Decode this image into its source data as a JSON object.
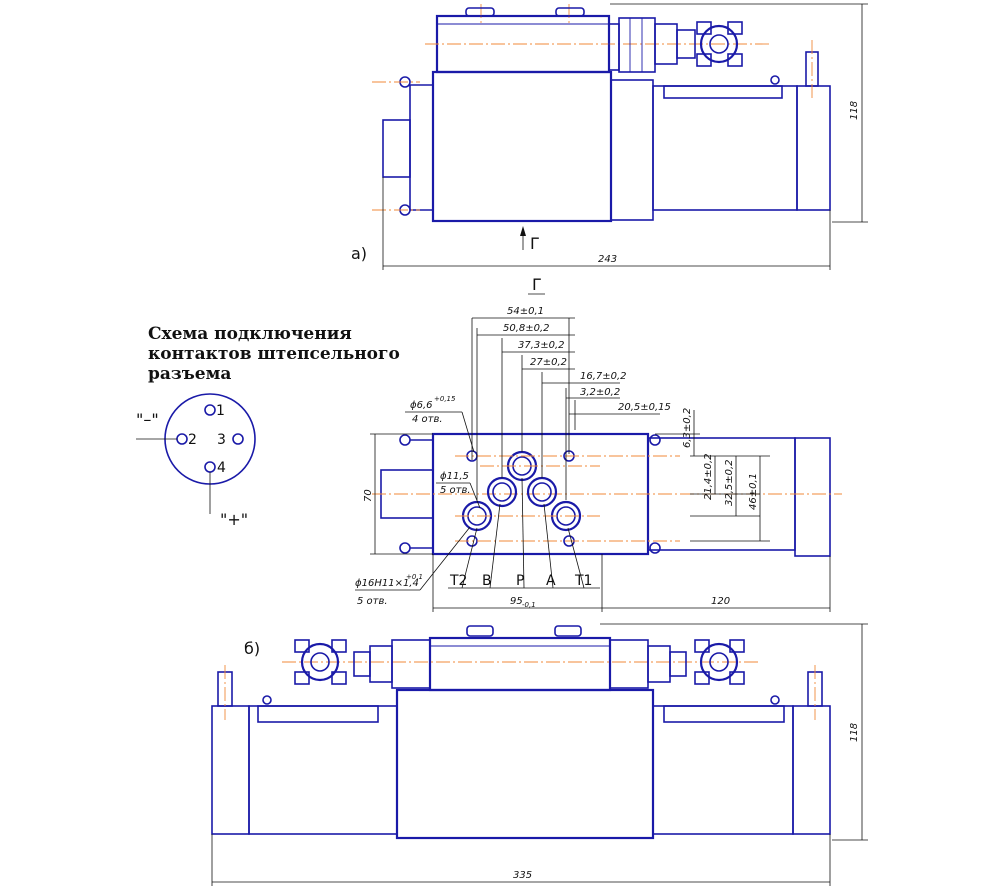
{
  "scheme_title": {
    "line1": "Схема подключения",
    "line2": "контактов штепсельного",
    "line3": "разъема"
  },
  "view_labels": {
    "a": "а)",
    "b": "б)",
    "section": "Г",
    "arrow": "Г"
  },
  "connector": {
    "pins": [
      "1",
      "2",
      "3",
      "4"
    ],
    "minus": "\"–\"",
    "plus": "\"+\""
  },
  "dimensions": {
    "a_height": "118",
    "a_length": "243",
    "g_d1": "54±0,1",
    "g_d2": "50,8±0,2",
    "g_d3": "37,3±0,2",
    "g_d4": "27±0,2",
    "g_d5": "16,7±0,2",
    "g_d6": "3,2±0,2",
    "g_d7": "20,5±0,15",
    "g_v1": "6,3±0,2",
    "g_v2": "21,4±0,2",
    "g_v3": "32,5±0,2",
    "g_v4": "46±0,1",
    "g_height": "70",
    "g_width": "95",
    "g_width_tol": "-0,1",
    "g_right": "120",
    "hole_small": "ϕ6,6",
    "hole_small_tol": "+0,15",
    "hole_small_count": "4 отв.",
    "hole_mid": "ϕ11,5",
    "hole_mid_count": "5 отв.",
    "hole_big": "ϕ16H11×1,4",
    "hole_big_tol": "+0,1",
    "hole_big_count": "5 отв.",
    "b_height": "118",
    "b_length": "335"
  },
  "ports": [
    "T2",
    "B",
    "P",
    "A",
    "T1"
  ]
}
